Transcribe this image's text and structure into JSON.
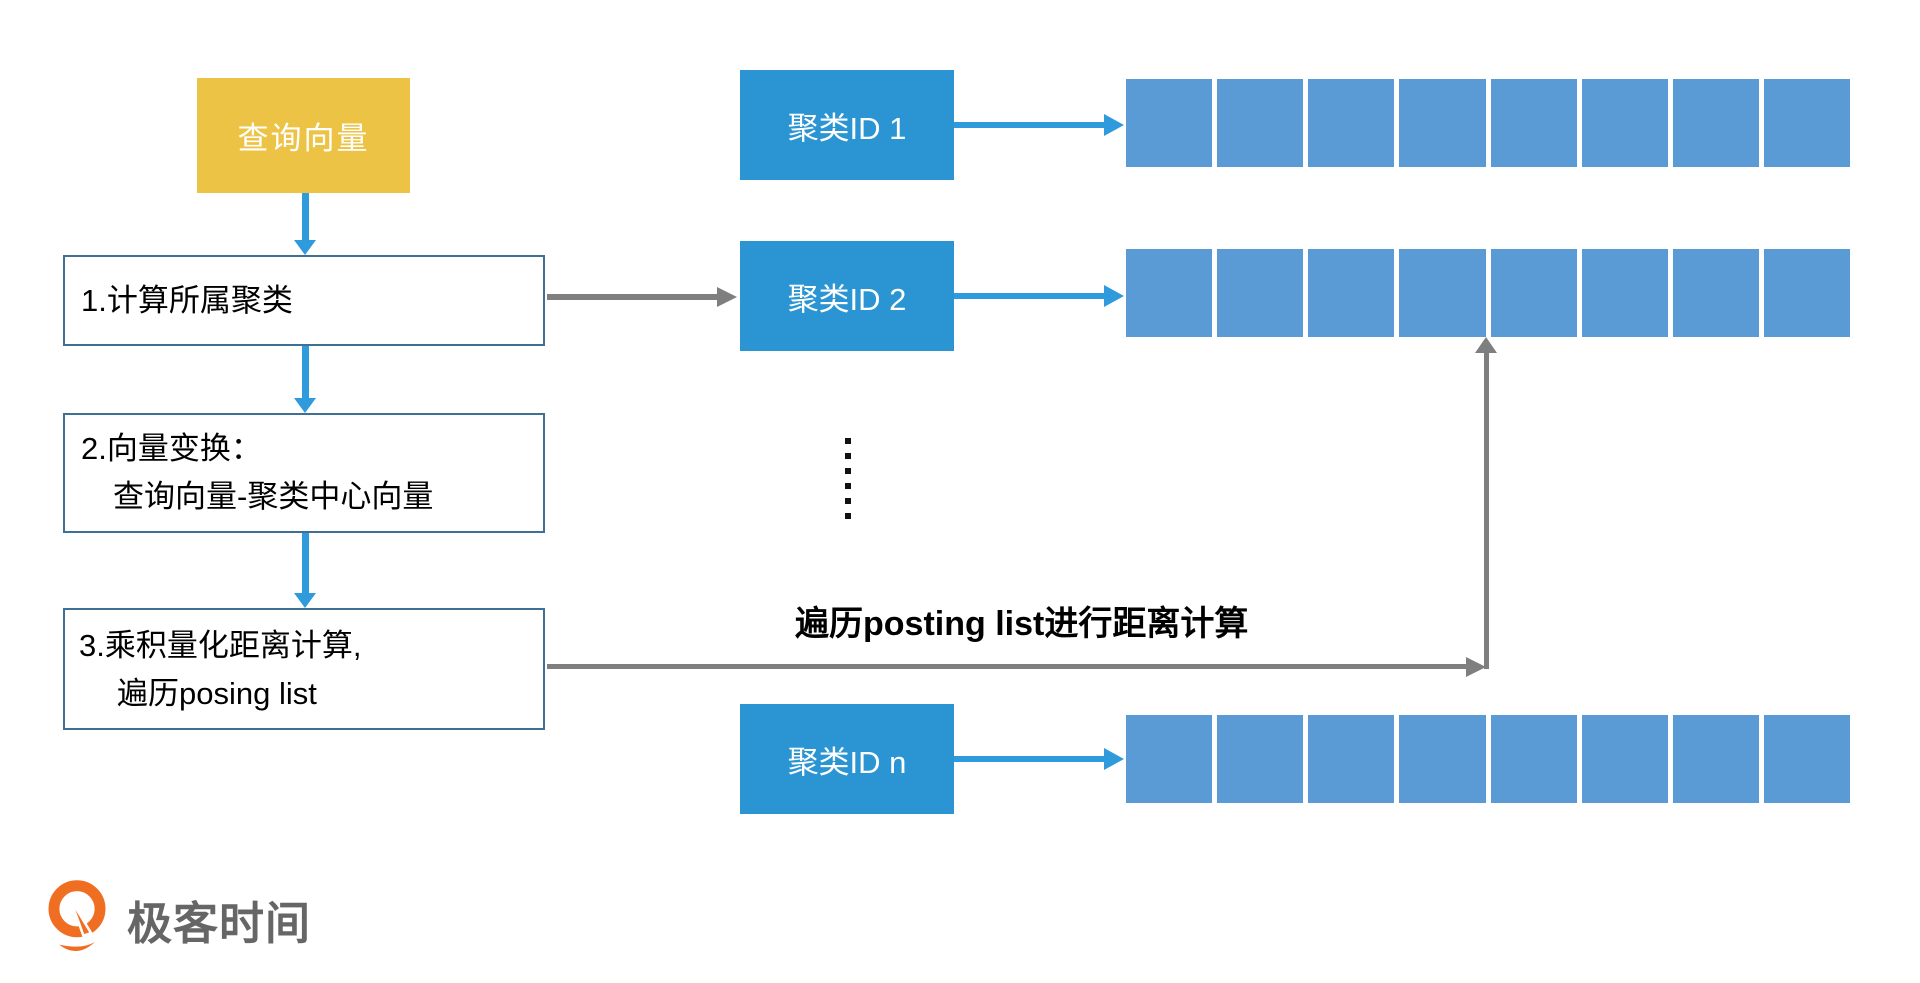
{
  "colors": {
    "query_box_yellow": "#ECC344",
    "cluster_box_blue": "#2B95D3",
    "posting_cell_blue": "#5B9BD5",
    "arrow_blue": "#2F9BDC",
    "step_box_border": "#3F6F93",
    "arrow_gray": "#7F7F7F",
    "logo_orange": "#F06E21",
    "logo_text_gray": "#666666"
  },
  "flow": {
    "query_vector_label": "查询向量",
    "steps": [
      {
        "lines": [
          "1.计算所属聚类"
        ]
      },
      {
        "lines": [
          "2.向量变换：",
          "查询向量-聚类中心向量"
        ]
      },
      {
        "lines": [
          "3.乘积量化距离计算,",
          "遍历posing list"
        ]
      }
    ]
  },
  "clusters": [
    {
      "label": "聚类ID 1",
      "cell_count": 8
    },
    {
      "label": "聚类ID 2",
      "cell_count": 8
    },
    {
      "label": "聚类ID n",
      "cell_count": 8
    }
  ],
  "ellipsis_dot_count": 6,
  "annotation_label": "遍历posting list进行距离计算",
  "logo": {
    "brand_text": "极客时间"
  }
}
